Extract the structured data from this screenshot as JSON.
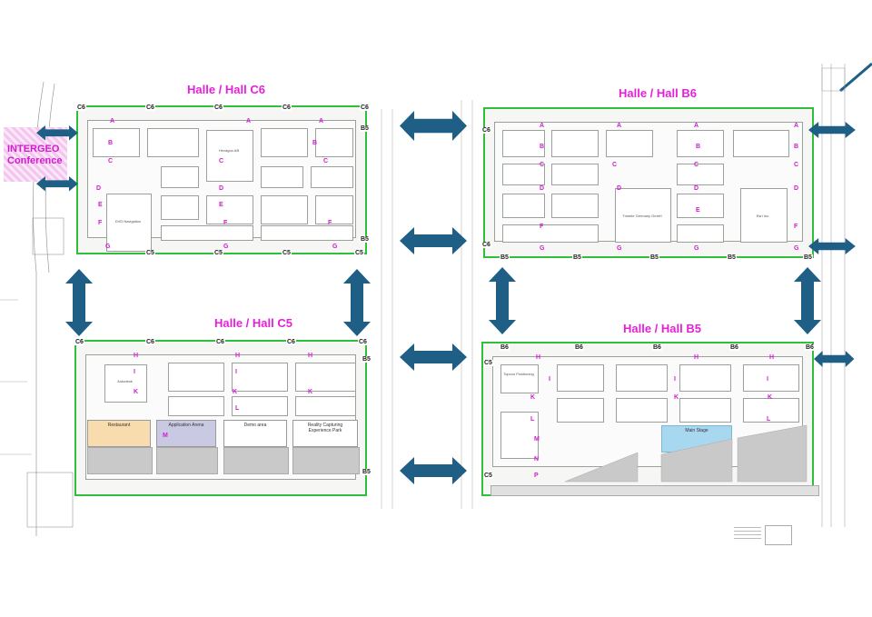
{
  "halls": {
    "c6": {
      "title": "Halle / Hall  C6",
      "gate_code": "C6",
      "aisles": [
        "A",
        "B",
        "C",
        "D",
        "E",
        "F",
        "G"
      ]
    },
    "b6": {
      "title": "Halle / Hall  B6",
      "gate_code": "B6",
      "aisles": [
        "A",
        "B",
        "C",
        "D",
        "E",
        "F",
        "G"
      ]
    },
    "c5": {
      "title": "Halle / Hall C5",
      "gate_code": "C5",
      "aisles": [
        "H",
        "I",
        "K",
        "L",
        "M"
      ]
    },
    "b5": {
      "title": "Halle / Hall B5",
      "gate_code": "B5",
      "aisles": [
        "H",
        "I",
        "K",
        "L",
        "M",
        "N",
        "P"
      ]
    }
  },
  "conference": {
    "line1": "INTERGEO",
    "line2": "Conference"
  },
  "areas": {
    "restaurant": "Restaurant",
    "application_arena": "Application Arena",
    "reality_capturing": "Reality Capturing\nExperience Park",
    "main_stage": "Main Stage",
    "c5_open": "Demo area"
  },
  "exhibitors": {
    "c6_big1": "DVD Navigation",
    "c6_big2": "Hexagon AB",
    "b6_big1": "Trimble Germany GmbH",
    "b6_big2": "Esri Inc.",
    "c5_big1": "Autodesk",
    "b5_big1": "Topcon Positioning"
  },
  "colors": {
    "hall_border": "#2fbf3a",
    "title_magenta": "#e61fd8",
    "arrow_blue": "#1f5f85",
    "main_stage": "#a8d8f0",
    "restaurant": "#f9dcae",
    "application_arena": "#c9c9e3"
  }
}
